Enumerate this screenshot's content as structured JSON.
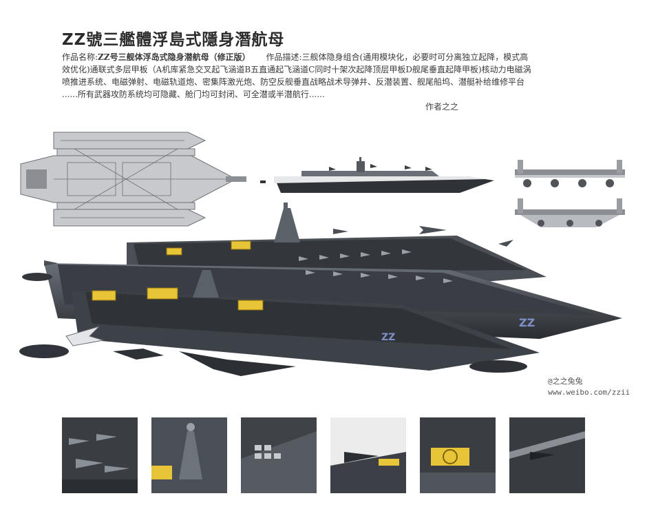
{
  "header": {
    "title": "ZZ號三艦體浮島式隱身潛航母"
  },
  "description": {
    "name_label": "作品名称:",
    "name_value": "ZZ号三舰体浮岛式隐身潜航母（修正版）",
    "desc_label": "作品描述:",
    "desc_line1": "三舰体隐身组合(通用模块化，必要时可分离独立起降，模式高",
    "desc_line2": "效优化)通联式多层甲板（A机库紧急交叉起飞涵道B五直通起飞涵道C同时十架次起降顶层甲板D舰尾垂直起降甲板)核动力电磁涡",
    "desc_line3": "喷推进系统、电磁弹射、电磁轨道炮、密集阵激光炮、防空反舰垂直战略战术导弹井、反潜装置、舰尾船坞、潜艇补给维修平台",
    "desc_line4": "......所有武器攻防系统均可隐藏、舱门均可封闭、可全潜或半潜航行......"
  },
  "author": "作者之之",
  "credit": {
    "handle": "@之之兔兔",
    "url": "www.weibo.com/zzii"
  },
  "hull_marking": "ZZ",
  "colors": {
    "hull_dark": "#3b3f45",
    "hull_mid": "#5a6068",
    "deck": "#2e3237",
    "pad_yellow": "#e8c437",
    "plan_gray": "#b9bcc0"
  }
}
